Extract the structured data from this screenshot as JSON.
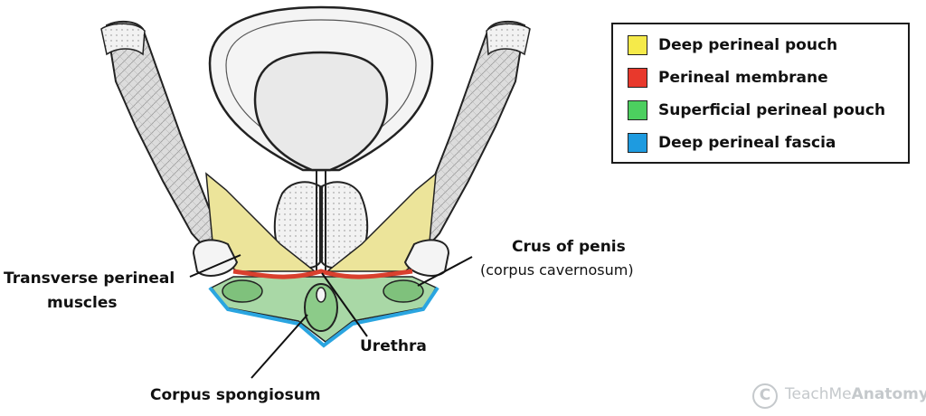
{
  "legend": {
    "items": [
      {
        "label": "Deep perineal pouch",
        "color": "#f5ea4a"
      },
      {
        "label": "Perineal membrane",
        "color": "#e8392c"
      },
      {
        "label": "Superficial perineal pouch",
        "color": "#4ccf5f"
      },
      {
        "label": "Deep perineal fascia",
        "color": "#1e9be0"
      }
    ]
  },
  "labels": {
    "transverse_line1": "Transverse perineal",
    "transverse_line2": "muscles",
    "crus_title": "Crus of penis",
    "crus_sub": "(corpus cavernosum)",
    "urethra": "Urethra",
    "spongiosum": "Corpus spongiosum"
  },
  "watermark": {
    "symbol": "C",
    "text_light": "TeachMe",
    "text_bold": "Anatomy"
  },
  "colors": {
    "deep_pouch_fill": "#ece49a",
    "membrane": "#d9402e",
    "superficial_fill": "#a9d8a6",
    "fascia": "#2aa5e0",
    "bone_fill": "#d8d8d8",
    "outline": "#222222"
  }
}
